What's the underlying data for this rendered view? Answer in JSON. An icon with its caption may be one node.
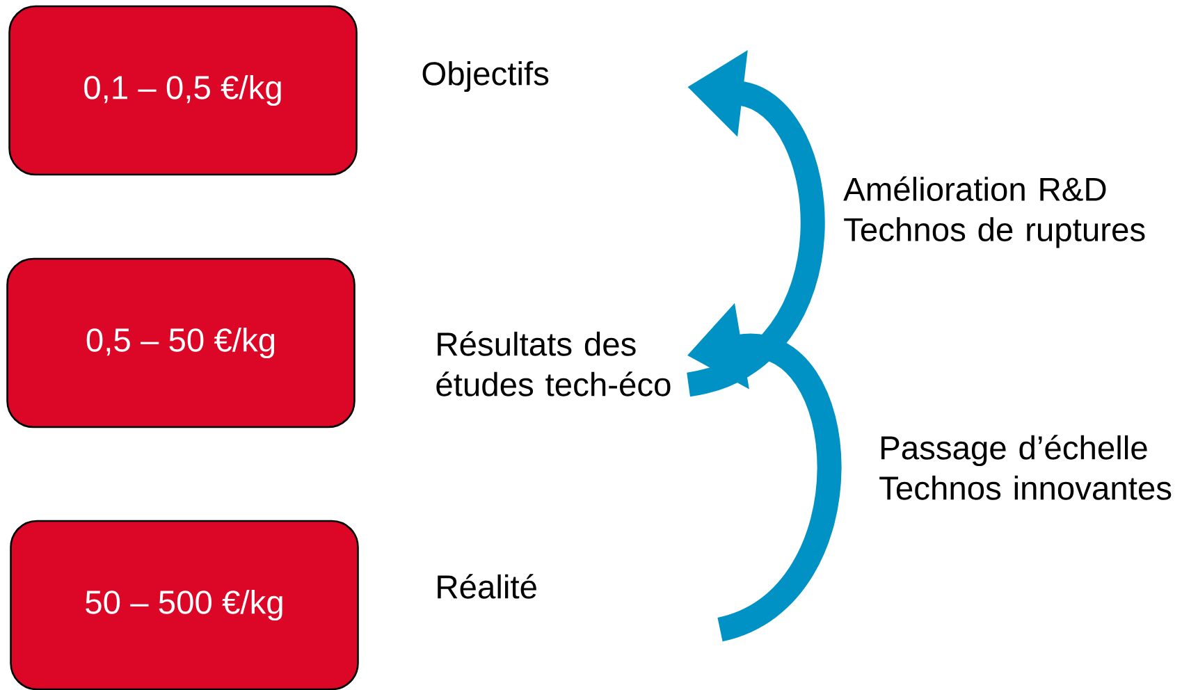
{
  "diagram": {
    "nodes": [
      {
        "text": [
          "0,1 – 0,5 €/kg"
        ]
      },
      {
        "text": [
          "0,5 – 50 €/kg"
        ]
      },
      {
        "text": [
          "50 – 500 €/kg"
        ]
      },
      {
        "text": [
          "Résultats des études tech-éco"
        ]
      }
    ],
    "edges": [
      {
        "from": null,
        "to": 3,
        "arrow": "to",
        "label": "Passage d’échelle Technos innovantes"
      },
      {
        "from": 3,
        "to": null,
        "arrow": "to",
        "label": "Amélioration R&D Technos de ruptures"
      }
    ],
    "labels": [
      "Objectifs",
      "Réalité"
    ]
  }
}
